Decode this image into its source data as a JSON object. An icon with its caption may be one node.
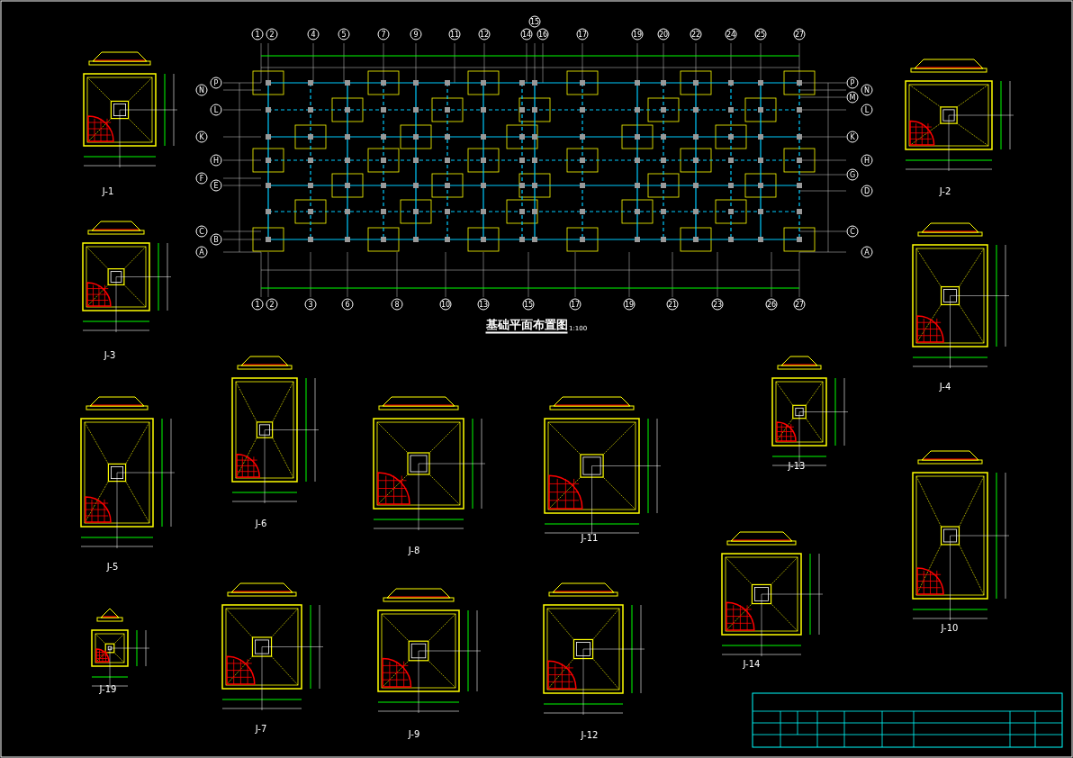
{
  "diagram": {
    "title": "基础平面布置图",
    "labels": [
      "1:100",
      "1",
      "2",
      "4",
      "5",
      "7",
      "9",
      "11",
      "12",
      "14",
      "15",
      "16",
      "17",
      "19",
      "20",
      "22",
      "24",
      "25",
      "27",
      "P",
      "N",
      "L",
      "K",
      "H",
      "F",
      "E",
      "C",
      "B",
      "A",
      "P",
      "N",
      "M",
      "L",
      "K",
      "H",
      "G",
      "D",
      "C",
      "A",
      "1",
      "2",
      "3",
      "6",
      "8",
      "10",
      "13",
      "15",
      "17",
      "19",
      "21",
      "23",
      "26",
      "27",
      "J-1",
      "J-2",
      "J-3",
      "J-4",
      "J-13",
      "J-6",
      "J-8",
      "J-11",
      "J-5",
      "J-10",
      "J-14",
      "J-7",
      "J-9",
      "J-12",
      "J-19"
    ]
  }
}
